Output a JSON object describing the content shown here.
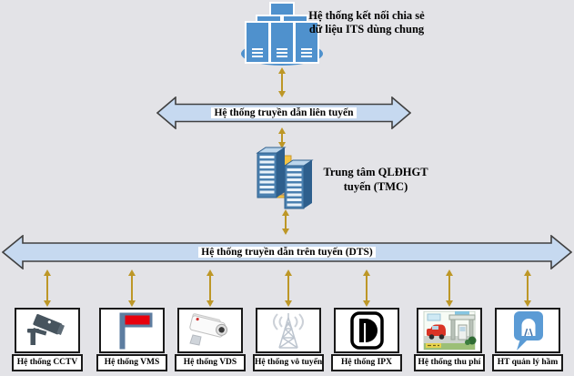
{
  "diagram": {
    "title": "ITS system architecture diagram",
    "background_color": "#E3E3E7",
    "colors": {
      "connector_gold": "#BD9727",
      "bus_fill": "#C6D9F0",
      "bus_stroke": "#404040",
      "server_blue": "#4F91CD",
      "tmc_tower_blue": "#4A80B0",
      "tmc_yellow": "#F5C342",
      "box_border": "#1A1A1A",
      "vms_red": "#E8000D",
      "pole_blue_gray": "#5D7DA0",
      "cctv_gray": "#47545E",
      "radio_gray": "#BDC5CF",
      "tunnel_blue": "#5B9BD5",
      "toll_car_red": "#D93425"
    },
    "shared_system": {
      "label": "Hệ thống kết nối chia sẻ dữ liệu ITS dùng chung",
      "icon": "shared-data-center-icon"
    },
    "interline_bus": {
      "label": "Hệ thống truyền dẫn liên tuyến"
    },
    "tmc": {
      "label": "Trung tâm QLĐHGT tuyến (TMC)",
      "icon": "server-rack-icon"
    },
    "route_bus": {
      "label": "Hệ thống truyền dẫn trên tuyến (DTS)"
    },
    "subsystems": [
      {
        "label": "Hệ thống CCTV",
        "icon": "cctv-camera-icon"
      },
      {
        "label": "Hệ thống VMS",
        "icon": "vms-sign-icon"
      },
      {
        "label": "Hệ thống VDS",
        "icon": "vds-camera-icon"
      },
      {
        "label": "Hệ thống vô tuyến",
        "icon": "radio-tower-icon"
      },
      {
        "label": "Hệ thống IPX",
        "icon": "ipx-icon"
      },
      {
        "label": "Hệ thống thu phí",
        "icon": "toll-station-icon"
      },
      {
        "label": "HT quản lý hầm",
        "icon": "tunnel-management-icon"
      }
    ]
  }
}
